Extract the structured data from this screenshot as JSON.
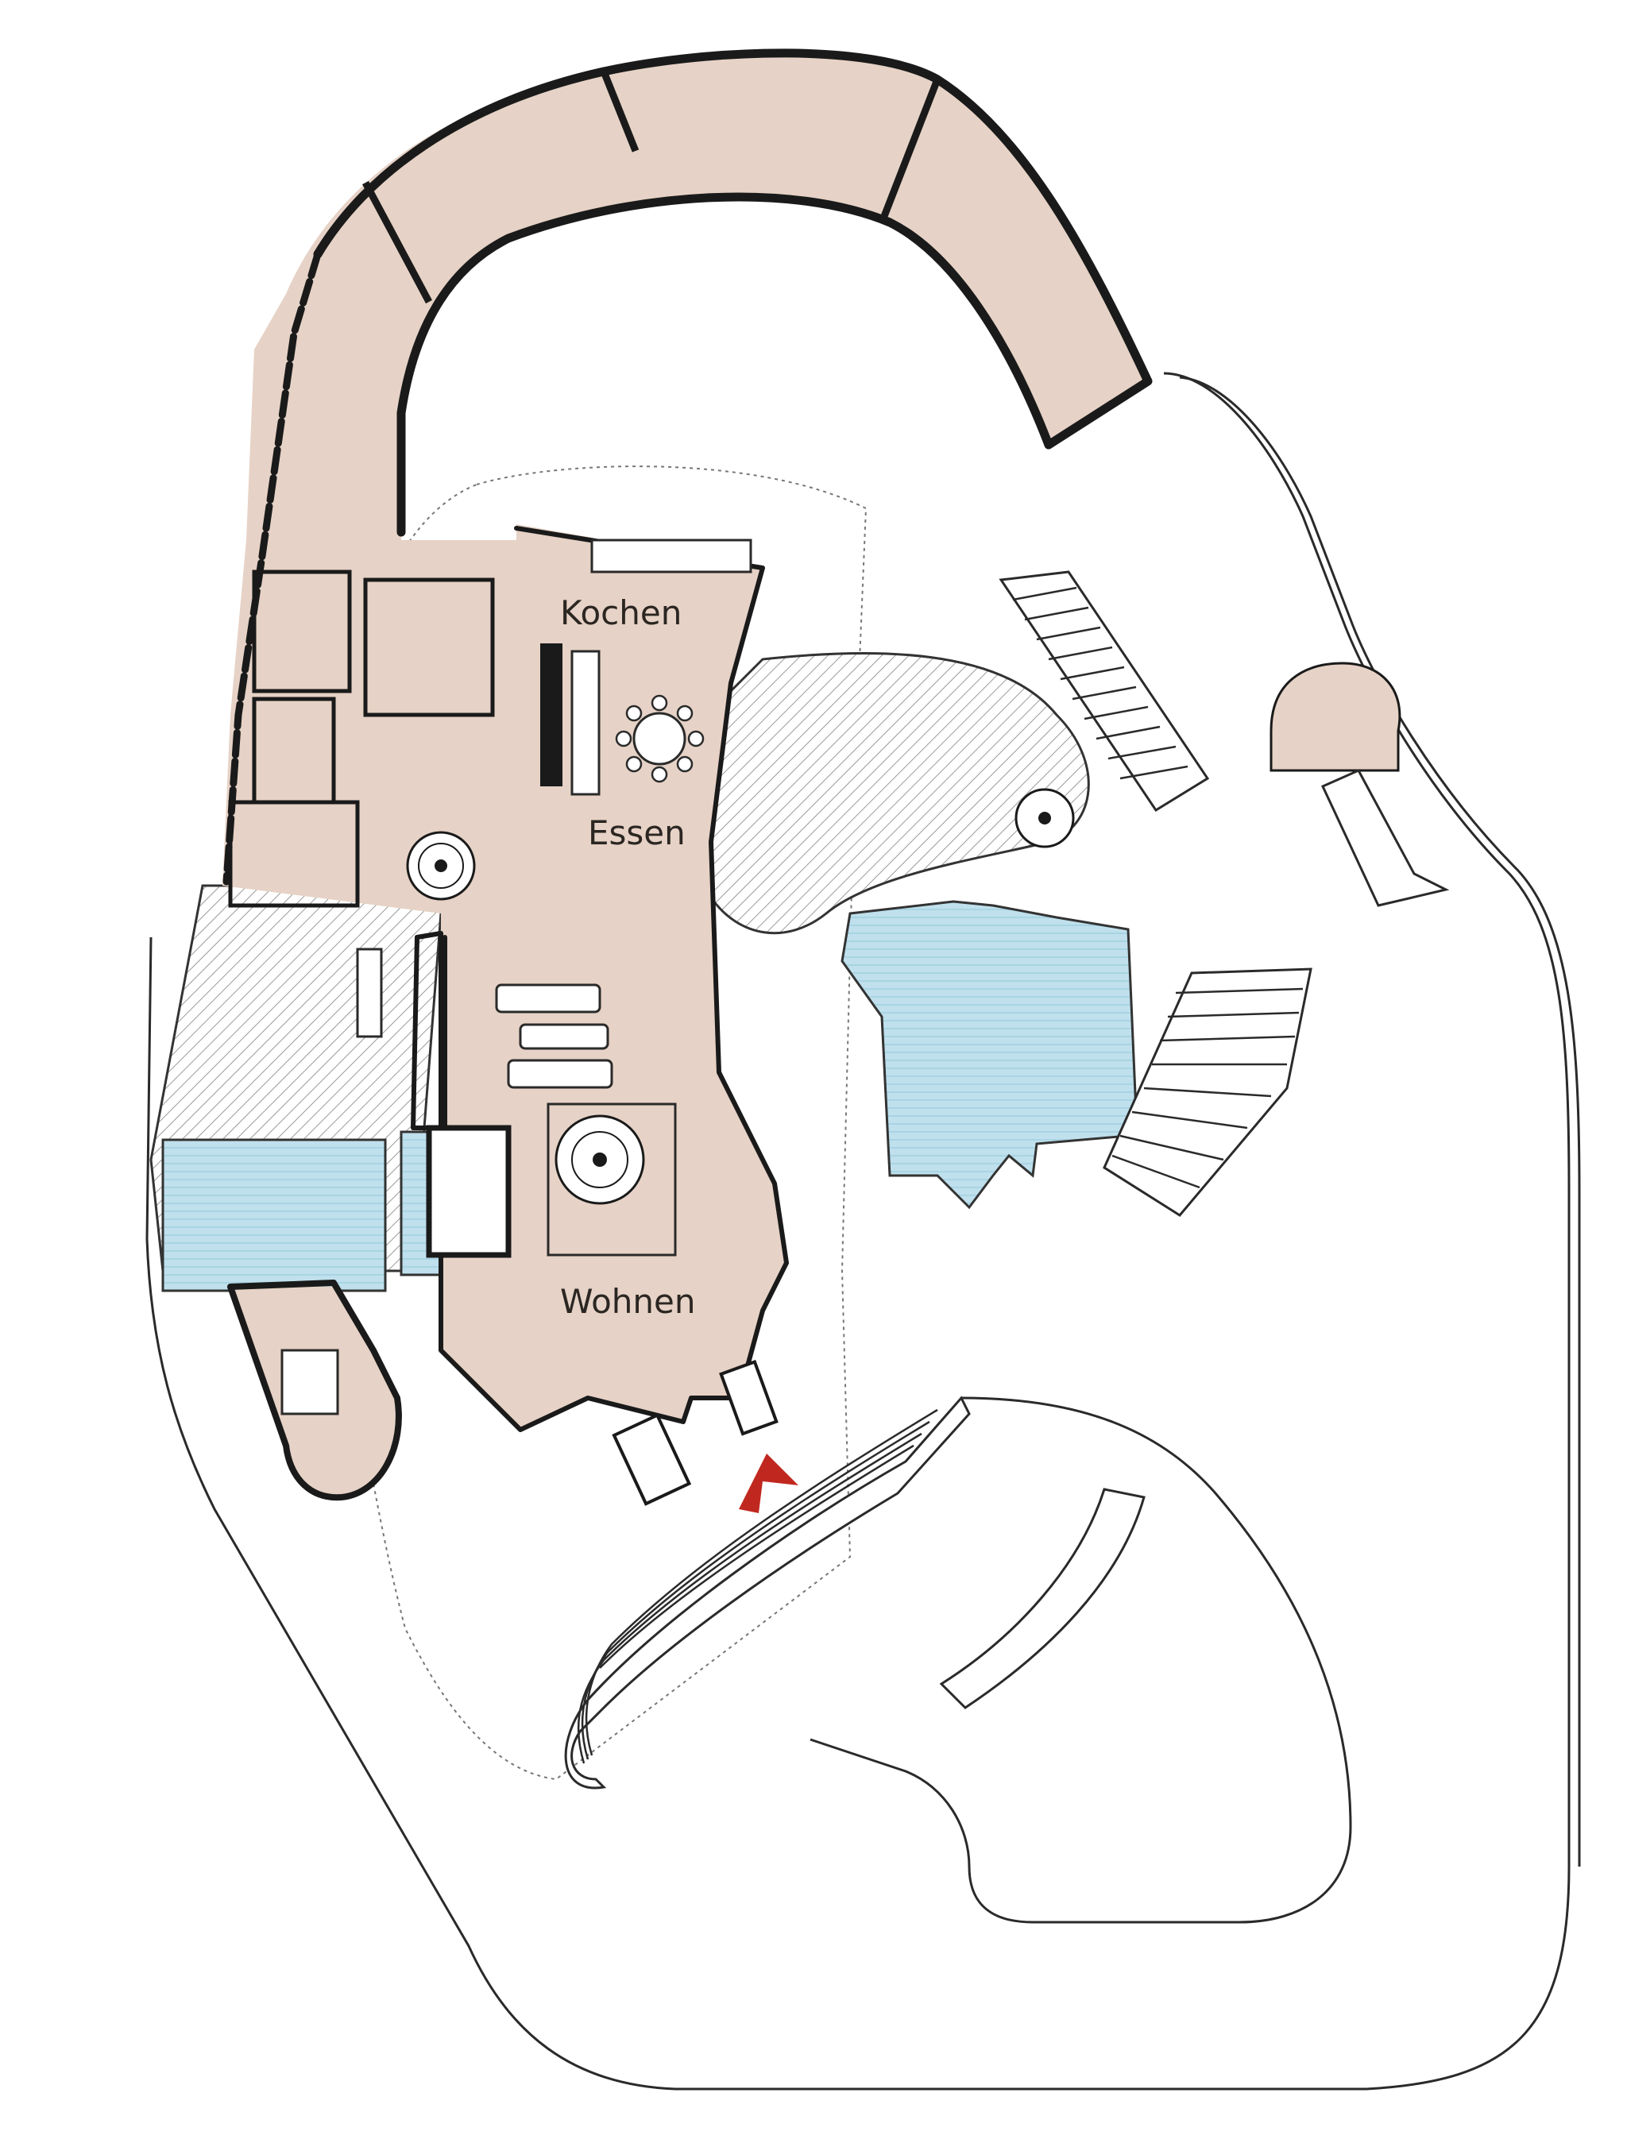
{
  "labels": {
    "kitchen": "Kochen",
    "dining": "Essen",
    "living": "Wohnen"
  },
  "colors": {
    "floor": "#e6d2c6",
    "floor_shade": "#dcc5b7",
    "water": "#bfe0ec",
    "wall": "#1a1a1a",
    "hatch": "#9a9a9a",
    "entrance_arrow": "#c0281f"
  },
  "icons": {
    "entrance": "entrance-arrow-icon"
  }
}
